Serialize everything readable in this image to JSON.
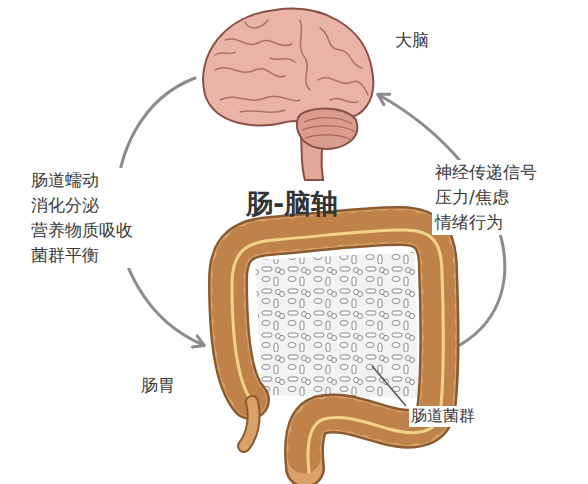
{
  "diagram": {
    "title": "肠-脑轴",
    "nodes": [
      {
        "text": [
          "大脑"
        ]
      },
      {
        "text": [
          "肠胃"
        ]
      }
    ],
    "edges": [
      {
        "from": 0,
        "to": 1,
        "arrow": "to",
        "label": "肠道蠕动 消化分泌 营养物质吸收 菌群平衡"
      },
      {
        "from": 1,
        "to": 0,
        "arrow": "to",
        "label": "神经传递信号 压力/焦虑 情绪行为"
      }
    ],
    "labels": [
      "肠道菌群"
    ]
  }
}
